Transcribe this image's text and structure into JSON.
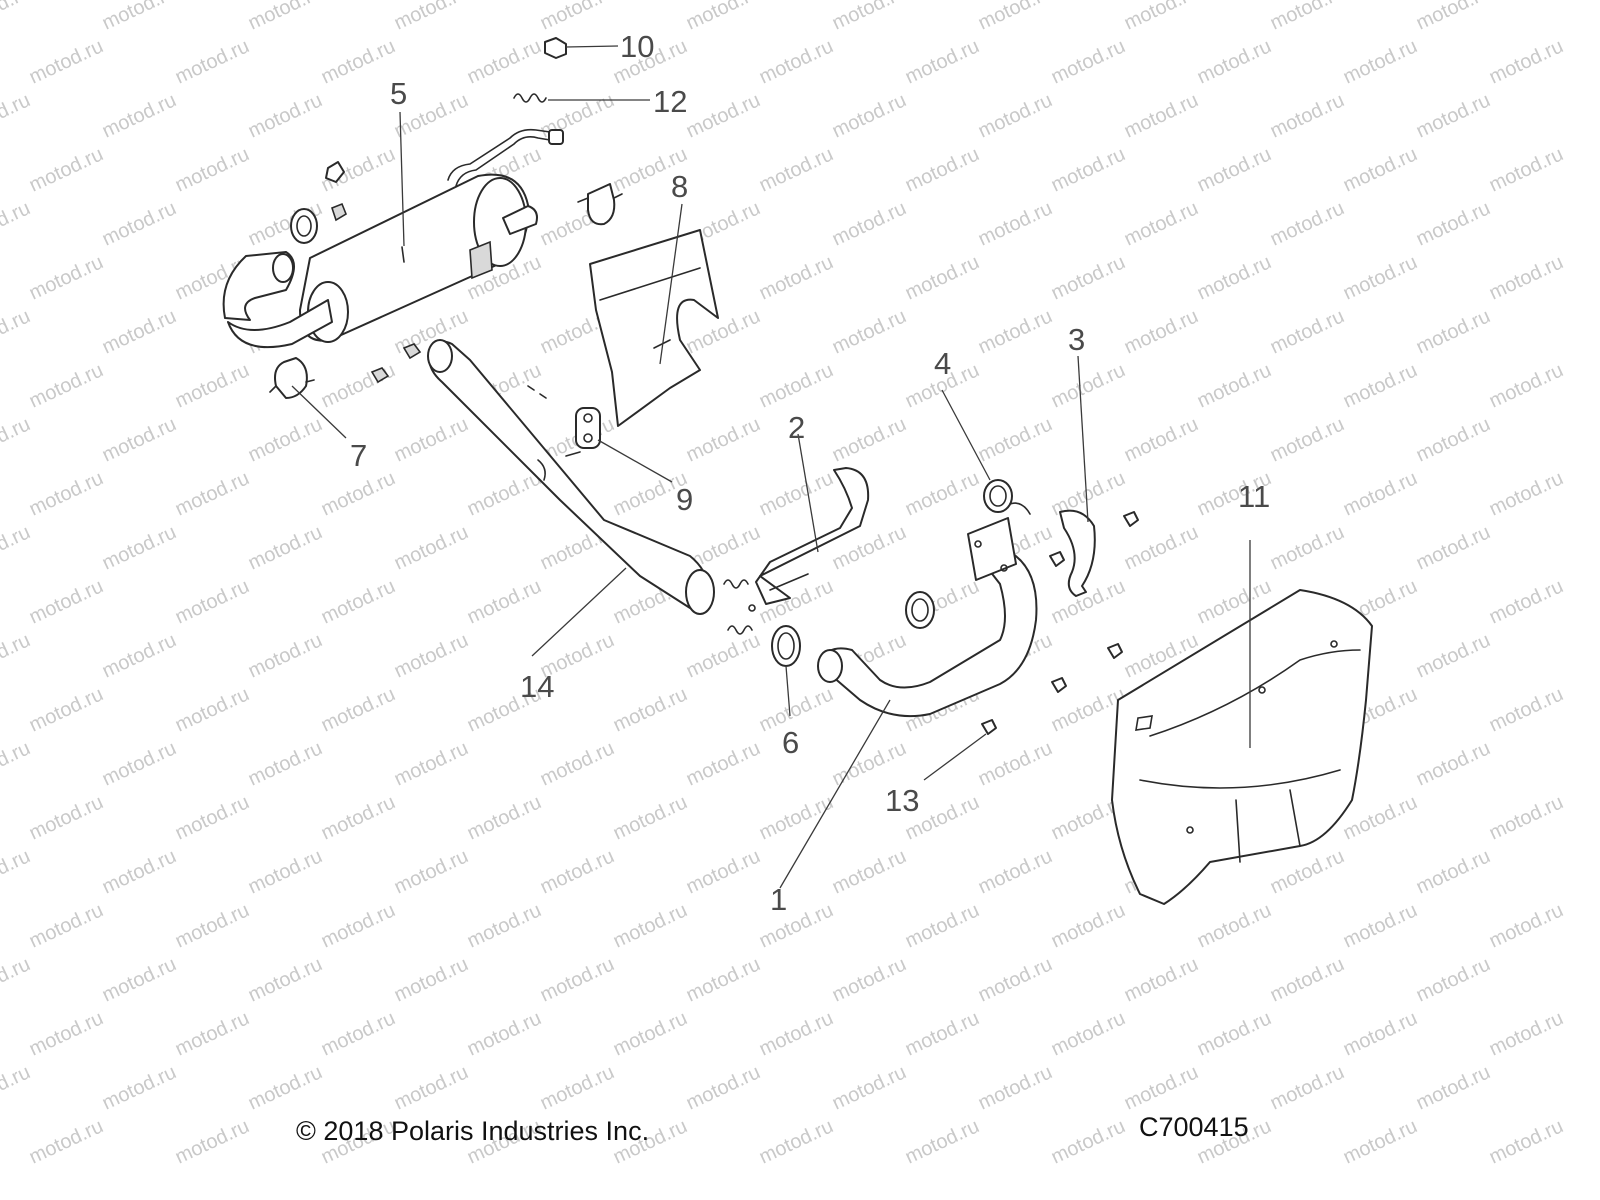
{
  "watermark": "motod.ru",
  "callouts": {
    "c1": "1",
    "c2": "2",
    "c3": "3",
    "c4": "4",
    "c5": "5",
    "c6": "6",
    "c7": "7",
    "c8": "8",
    "c9": "9",
    "c10": "10",
    "c11": "11",
    "c12": "12",
    "c13": "13",
    "c14": "14"
  },
  "footer": {
    "copyright": "© 2018 Polaris Industries Inc.",
    "drawing_code": "C700415"
  }
}
